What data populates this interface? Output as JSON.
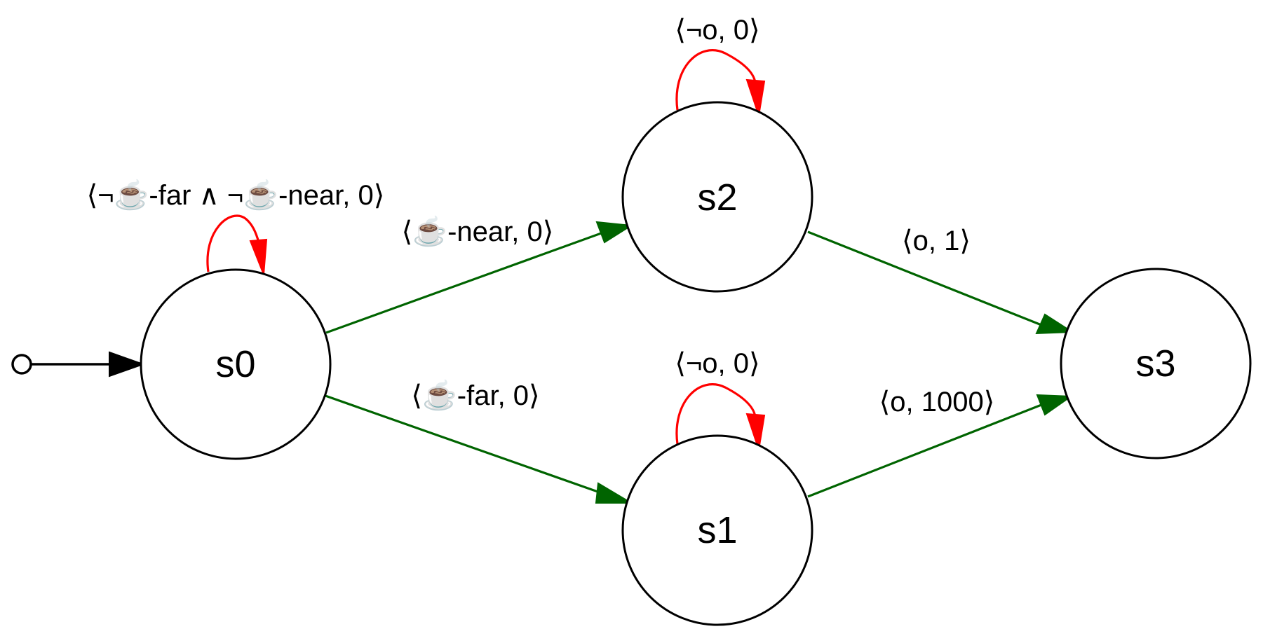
{
  "colors": {
    "node_stroke": "#000000",
    "loop_edge": "#ff0000",
    "transition_edge": "#006400",
    "start_edge": "#000000"
  },
  "nodes": {
    "s0": {
      "label": "s0"
    },
    "s1": {
      "label": "s1"
    },
    "s2": {
      "label": "s2"
    },
    "s3": {
      "label": "s3"
    }
  },
  "edges": {
    "s0_loop": "⟨¬☕-far ∧ ¬☕-near, 0⟩",
    "s0_s2": "⟨☕-near, 0⟩",
    "s0_s1": "⟨☕-far, 0⟩",
    "s2_loop": "⟨¬o, 0⟩",
    "s1_loop": "⟨¬o, 0⟩",
    "s2_s3": "⟨o, 1⟩",
    "s1_s3": "⟨o, 1000⟩"
  },
  "icons": {
    "coffee": "hot-beverage-icon"
  }
}
